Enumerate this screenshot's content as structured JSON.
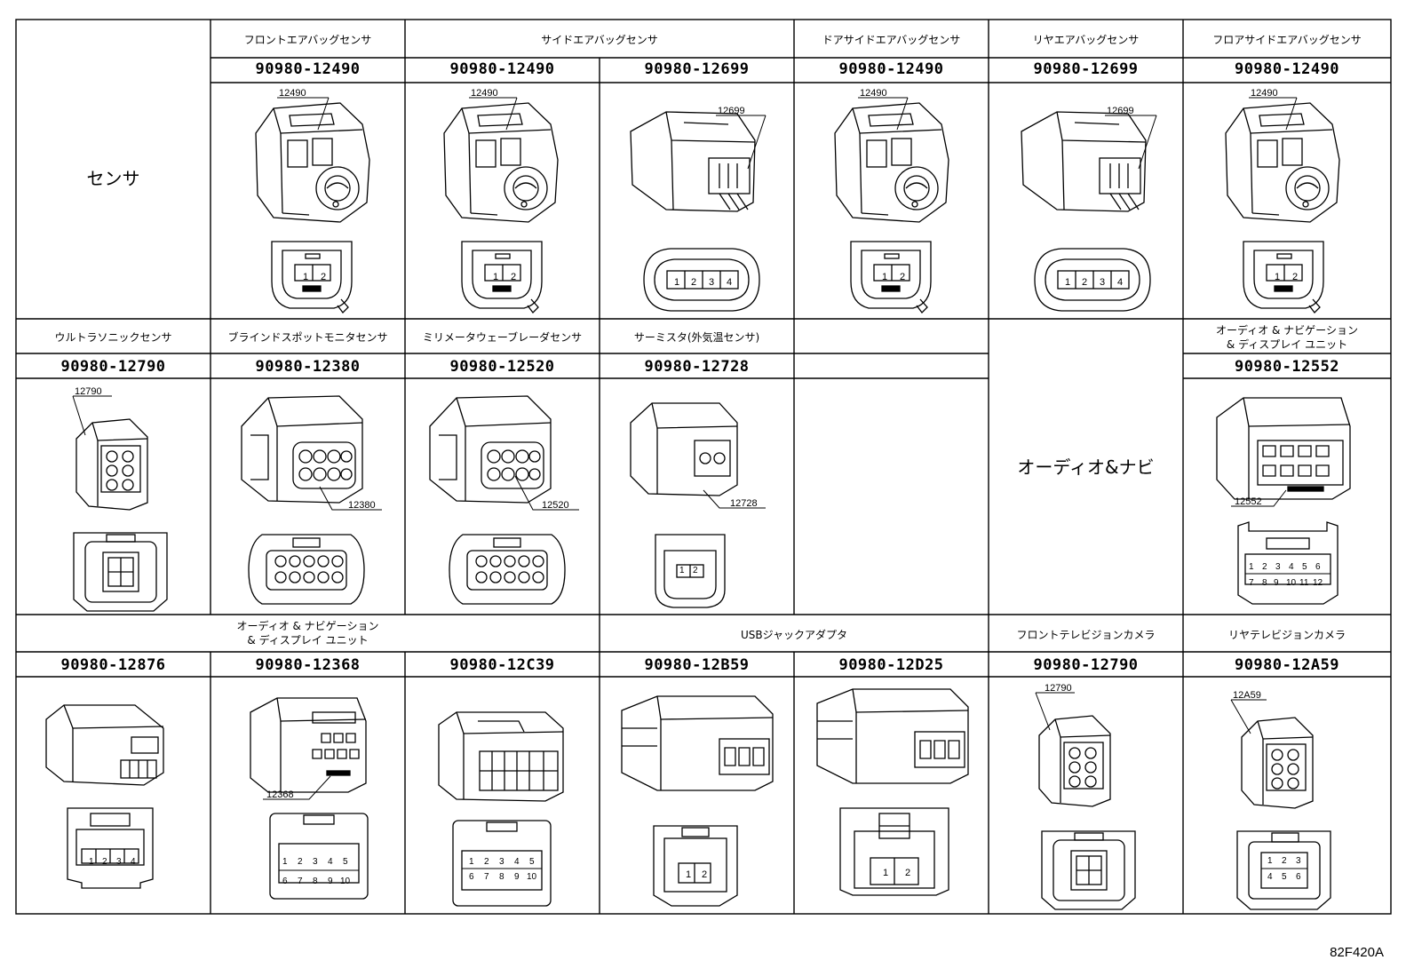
{
  "row1": {
    "category": "センサ",
    "headers": [
      "フロントエアバッグセンサ",
      "サイドエアバッグセンサ",
      "ドアサイドエアバッグセンサ",
      "リヤエアバッグセンサ",
      "フロアサイドエアバッグセンサ"
    ],
    "parts": [
      "90980-12490",
      "90980-12490",
      "90980-12699",
      "90980-12490",
      "90980-12699",
      "90980-12490"
    ],
    "tags": [
      "12490",
      "12490",
      "12699",
      "12490",
      "12699",
      "12490"
    ],
    "pins": [
      [
        "1",
        "2"
      ],
      [
        "1",
        "2"
      ],
      [
        "1",
        "2",
        "3",
        "4"
      ],
      [
        "1",
        "2"
      ],
      [
        "1",
        "2",
        "3",
        "4"
      ],
      [
        "1",
        "2"
      ]
    ]
  },
  "row2": {
    "headers": [
      "ウルトラソニックセンサ",
      "ブラインドスポットモニタセンサ",
      "ミリメータウェーブレーダセンサ",
      "サーミスタ(外気温センサ)"
    ],
    "header_last_1": "オーディオ & ナビゲーション",
    "header_last_2": "& ディスプレイ ユニット",
    "parts": [
      "90980-12790",
      "90980-12380",
      "90980-12520",
      "90980-12728",
      "90980-12552"
    ],
    "tags": [
      "12790",
      "12380",
      "12520",
      "12728",
      "12552"
    ],
    "audio_nav": "オーディオ&ナビ",
    "pins_12728": [
      "1",
      "2"
    ],
    "pins_12552": [
      "1",
      "2",
      "3",
      "4",
      "5",
      "6",
      "7",
      "8",
      "9",
      "10",
      "11",
      "12"
    ]
  },
  "row3": {
    "header_audio_1": "オーディオ & ナビゲーション",
    "header_audio_2": "& ディスプレイ ユニット",
    "header_usb": "USBジャックアダプタ",
    "header_front_cam": "フロントテレビジョンカメラ",
    "header_rear_cam": "リヤテレビジョンカメラ",
    "parts": [
      "90980-12876",
      "90980-12368",
      "90980-12C39",
      "90980-12B59",
      "90980-12D25",
      "90980-12790",
      "90980-12A59"
    ],
    "tags": [
      "12368",
      "12790",
      "12A59"
    ],
    "pins_12876": [
      "1",
      "2",
      "3",
      "4"
    ],
    "pins_12368": [
      "1",
      "2",
      "3",
      "4",
      "5",
      "6",
      "7",
      "8",
      "9",
      "10"
    ],
    "pins_12c39": [
      "1",
      "2",
      "3",
      "4",
      "5",
      "6",
      "7",
      "8",
      "9",
      "10"
    ],
    "pins_12b59": [
      "1",
      "2"
    ],
    "pins_12d25": [
      "1",
      "2"
    ],
    "pins_12a59": [
      "1",
      "2",
      "3",
      "4",
      "5",
      "6"
    ]
  },
  "footer_code": "82F420A"
}
